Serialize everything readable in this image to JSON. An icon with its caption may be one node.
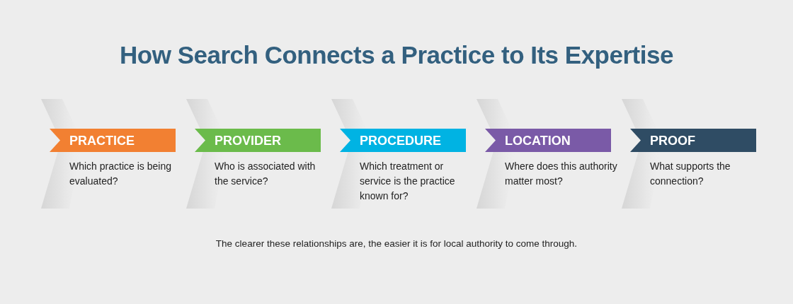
{
  "diagram": {
    "title": "How Search Connects a Practice to Its Expertise",
    "caption": "The clearer these relationships are, the easier it is for local authority to come through.",
    "nodes": [
      {
        "text": [
          "PRACTICE",
          "Which practice is being evaluated?"
        ]
      },
      {
        "text": [
          "PROVIDER",
          "Who is associated with the service?"
        ]
      },
      {
        "text": [
          "PROCEDURE",
          "Which treatment or service is the practice known for?"
        ]
      },
      {
        "text": [
          "LOCATION",
          "Where does this authority matter most?"
        ]
      },
      {
        "text": [
          "PROOF",
          "What supports the connection?"
        ]
      }
    ],
    "edges": []
  }
}
